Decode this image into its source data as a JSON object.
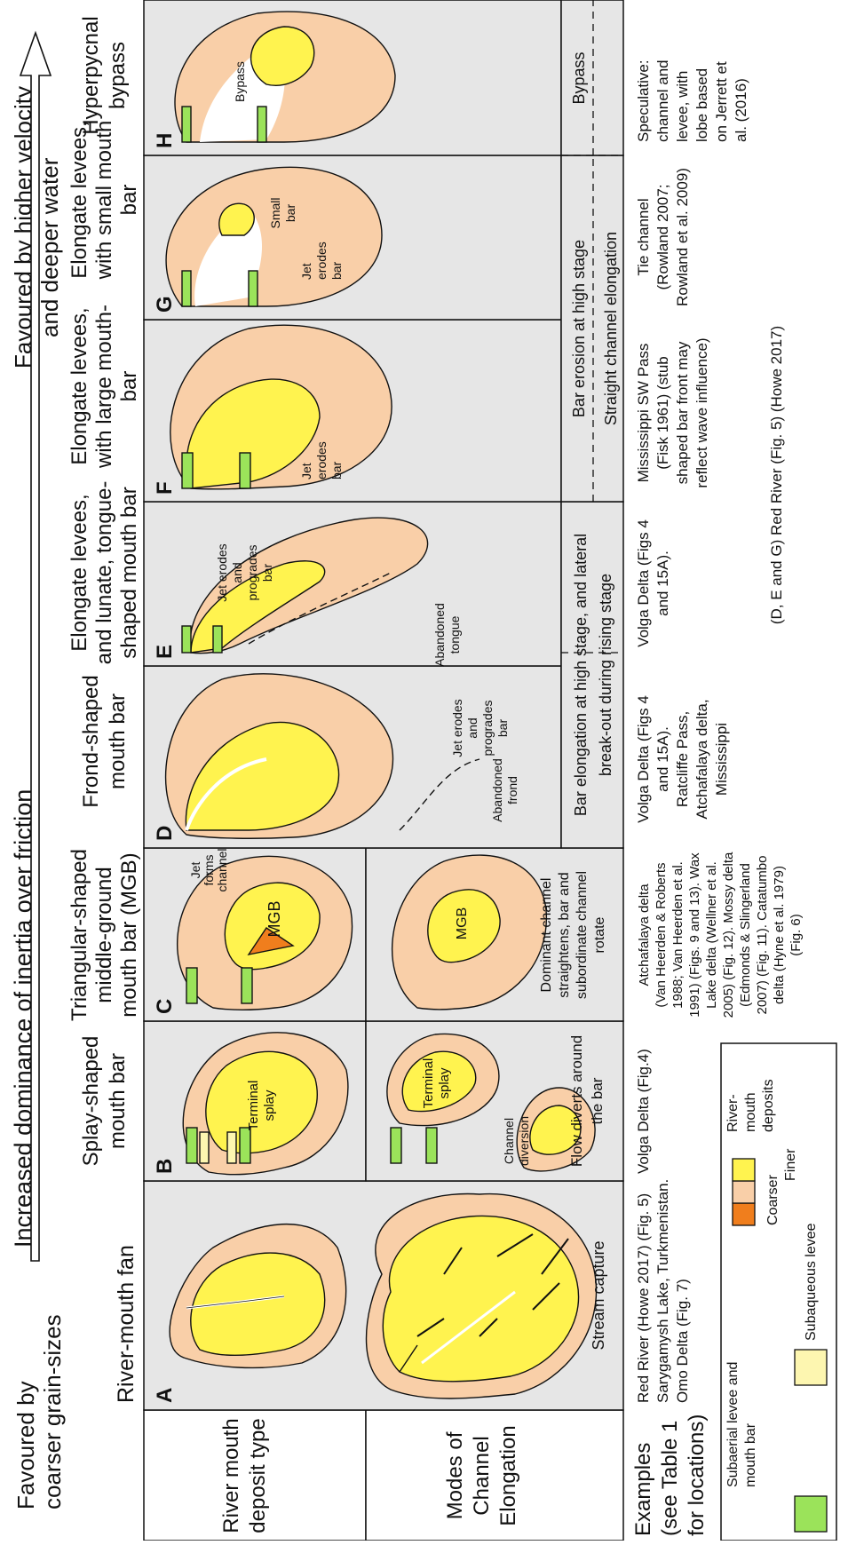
{
  "top": {
    "left_note": [
      "Favoured by",
      "coarser grain-sizes"
    ],
    "center_arrow_text": "Increased dominance of inertia over friction",
    "right_note": [
      "Favoured by higher velocity",
      "and deeper water"
    ]
  },
  "row_headers": {
    "deposit_type": [
      "River mouth",
      "deposit type"
    ],
    "modes": [
      "Modes of",
      "Channel",
      "Elongation"
    ],
    "examples": [
      "Examples",
      "(see Table 1",
      "for locations)"
    ]
  },
  "columns": {
    "A": {
      "letter": "A",
      "title": [
        "River-mouth fan"
      ],
      "mode": [
        "Stream capture"
      ]
    },
    "B": {
      "letter": "B",
      "title": [
        "Splay-shaped",
        "mouth bar"
      ],
      "inner_top": [
        "Terminal",
        "splay"
      ],
      "inner_bottom": [
        "Terminal",
        "splay"
      ],
      "diversion": [
        "Channel",
        "diversion"
      ],
      "mode": [
        "Flow diverts around",
        "the bar"
      ]
    },
    "C": {
      "letter": "C",
      "title": [
        "Triangular-shaped",
        "middle-ground",
        "mouth bar (MGB)"
      ],
      "jet": [
        "Jet",
        "forms",
        "channel"
      ],
      "mgb": "MGB",
      "mgb2": "MGB",
      "mode": [
        "Dominant channel",
        "straightens, bar and",
        "subordinate channel",
        "rotate"
      ]
    },
    "D": {
      "letter": "D",
      "title": [
        "Frond-shaped",
        "mouth bar"
      ],
      "abandoned": [
        "Abandoned",
        "frond"
      ],
      "jet": [
        "Jet erodes",
        "and",
        "progrades",
        "bar"
      ]
    },
    "E": {
      "letter": "E",
      "title": [
        "Elongate levees,",
        "and lunate, tongue-",
        "shaped mouth bar"
      ],
      "jet": [
        "Jet erodes",
        "and",
        "progrades",
        "bar"
      ],
      "abandoned": [
        "Abandoned",
        "tongue"
      ]
    },
    "F": {
      "letter": "F",
      "title": [
        "Elongate levees,",
        "with large mouth-",
        "bar"
      ],
      "jet": [
        "Jet",
        "erodes",
        "bar"
      ]
    },
    "G": {
      "letter": "G",
      "title": [
        "Elongate levees,",
        "with small mouth",
        "bar"
      ],
      "jet": [
        "Jet",
        "erodes",
        "bar"
      ],
      "small": [
        "Small",
        "bar"
      ]
    },
    "H": {
      "letter": "H",
      "title": [
        "Hyperpycnal",
        "bypass"
      ],
      "bypass_in": "Bypass",
      "mode": "Bypass"
    }
  },
  "modes_span": {
    "de": [
      "Bar elongation at high stage, and lateral",
      "break-out during rising stage"
    ],
    "fg_top": "Bar erosion at high stage",
    "efg_bottom": "Straight channel elongation"
  },
  "examples": {
    "A": [
      "Red River (Howe 2017) (Fig. 5)",
      "Sarygamysh Lake, Turkmenistan.",
      "Omo Delta (Fig. 7)"
    ],
    "B": [
      "Volga Delta (Fig.4)"
    ],
    "C": [
      "Atchafalaya delta",
      "(Van Heerden & Roberts",
      "1988; Van Heerden et al.",
      "1991) (Figs. 9 and 13). Wax",
      "Lake delta (Wellner et al.",
      "2005) (Fig. 12). Mossy delta",
      "(Edmonds & Slingerland",
      "2007) (Fig. 11). Catatumbo",
      "delta (Hyne et al. 1979)",
      "(Fig. 6)"
    ],
    "D": [
      "Volga Delta (Figs 4",
      "and 15A).",
      "Ratcliffe Pass,",
      "Atchafalaya delta,",
      "Mississippi"
    ],
    "E": [
      "Volga Delta (Figs 4",
      "and 15A)."
    ],
    "F": [
      "Mississippi SW Pass",
      "(Fisk 1961) (stub",
      "shaped bar front may",
      "reflect wave influence)"
    ],
    "G": [
      "Tie channel",
      "(Rowland 2007;",
      "Rowland et al. 2009)"
    ],
    "H": [
      "Speculative:",
      "channel and",
      "levee, with",
      "lobe based",
      "on Jerrett et",
      "al. (2016)"
    ],
    "span": "(D, E and G) Red River (Fig. 5) (Howe 2017)"
  },
  "legend": {
    "subaerial": [
      "Subaerial levee and",
      "mouth bar"
    ],
    "subaqueous": "Subaqueous levee",
    "coarser": "Coarser",
    "finer": "Finer",
    "group": [
      "River-",
      "mouth",
      "deposits"
    ]
  },
  "colors": {
    "panel_bg": "#e6e6e6",
    "subaerial": "#9be35a",
    "subaqueous": "#fdf6b0",
    "coarse": "#f07e1d",
    "peach": "#f9cfa8",
    "yellow": "#fff34f",
    "line": "#111111"
  }
}
